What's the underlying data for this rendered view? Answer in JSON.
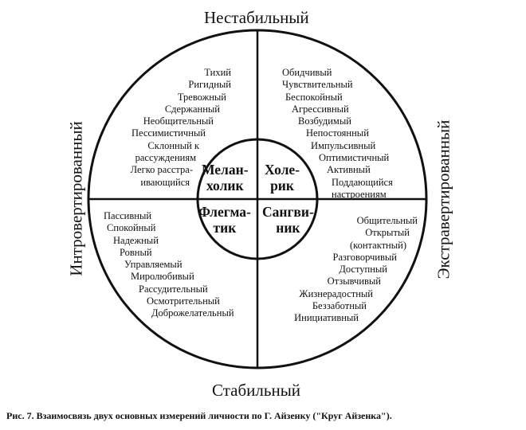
{
  "axis_labels": {
    "top": "Нестабильный",
    "bottom": "Стабильный",
    "left": "Интровертированный",
    "right": "Экстравертированный"
  },
  "temperaments": {
    "melancholic": [
      "Мелан-",
      "холик"
    ],
    "choleric": [
      "Холе-",
      "рик"
    ],
    "phlegmatic": [
      "Флегма-",
      "тик"
    ],
    "sanguine": [
      "Сангви-",
      "ник"
    ]
  },
  "quadrants": {
    "top_left": [
      "Тихий",
      "Ригидный",
      "Тревожный",
      "Сдержанный",
      "Необщительный",
      "Пессимистичный",
      "Склонный к",
      "рассуждениям",
      "Легко расстра-",
      "ивающийся"
    ],
    "top_right": [
      "Обидчивый",
      "Чувствительный",
      "Беспокойный",
      "Агрессивный",
      "Возбудимый",
      "Непостоянный",
      "Импульсивный",
      "Оптимистичный",
      "Активный",
      "Поддающийся",
      "настроениям"
    ],
    "bottom_left": [
      "Пассивный",
      "Спокойный",
      "Надежный",
      "Ровный",
      "Управляемый",
      "Миролюбивый",
      "Рассудительный",
      "Осмотрительный",
      "Доброжелательный"
    ],
    "bottom_right": [
      "Общительный",
      "Открытый",
      "(контактный)",
      "Разговорчивый",
      "Доступный",
      "Отзывчивый",
      "Жизнерадостный",
      "Беззаботный",
      "Инициативный"
    ]
  },
  "caption": "Рис. 7. Взаимосвязь двух основных измерений личности по Г. Айзенку (\"Круг Айзенка\")."
}
